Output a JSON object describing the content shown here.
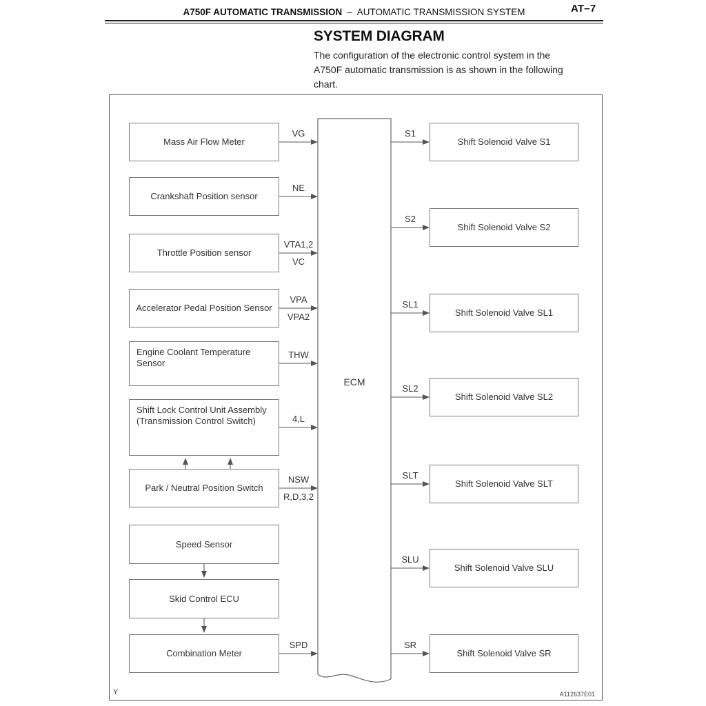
{
  "header": {
    "title_bold": "A750F AUTOMATIC TRANSMISSION",
    "separator": "–",
    "title_regular": "AUTOMATIC TRANSMISSION SYSTEM",
    "page_number": "AT–7"
  },
  "section": {
    "title": "SYSTEM DIAGRAM",
    "description_line1": "The configuration of the electronic control system in the",
    "description_line2": "A750F automatic transmission is as shown in the following",
    "description_line3": "chart."
  },
  "diagram": {
    "ecm_label": "ECM",
    "inputs": [
      {
        "label": "Mass Air Flow Meter",
        "signal_top": "VG",
        "signal_bottom": ""
      },
      {
        "label": "Crankshaft Position sensor",
        "signal_top": "NE",
        "signal_bottom": ""
      },
      {
        "label": "Throttle Position sensor",
        "signal_top": "VTA1,2",
        "signal_bottom": "VC"
      },
      {
        "label": "Accelerator Pedal Position Sensor",
        "signal_top": "VPA",
        "signal_bottom": "VPA2"
      },
      {
        "label": "Engine Coolant Temperature\nSensor",
        "signal_top": "THW",
        "signal_bottom": ""
      },
      {
        "label": "Shift Lock Control Unit Assembly\n(Transmission Control Switch)",
        "signal_top": "4,L",
        "signal_bottom": ""
      },
      {
        "label": "Park / Neutral Position Switch",
        "signal_top": "NSW",
        "signal_bottom": "R,D,3,2"
      },
      {
        "label": "Speed Sensor",
        "signal_top": "",
        "signal_bottom": ""
      },
      {
        "label": "Skid Control ECU",
        "signal_top": "",
        "signal_bottom": ""
      },
      {
        "label": "Combination Meter",
        "signal_top": "SPD",
        "signal_bottom": ""
      }
    ],
    "outputs": [
      {
        "signal": "S1",
        "label": "Shift Solenoid Valve S1"
      },
      {
        "signal": "S2",
        "label": "Shift Solenoid Valve S2"
      },
      {
        "signal": "SL1",
        "label": "Shift Solenoid Valve SL1"
      },
      {
        "signal": "SL2",
        "label": "Shift Solenoid Valve SL2"
      },
      {
        "signal": "SLT",
        "label": "Shift Solenoid Valve SLT"
      },
      {
        "signal": "SLU",
        "label": "Shift Solenoid Valve SLU"
      },
      {
        "signal": "SR",
        "label": "Shift Solenoid Valve SR"
      }
    ],
    "footer_mark": "Y",
    "figure_code": "A112637E01"
  },
  "colors": {
    "line": "#666666",
    "box_border": "#777777",
    "text": "#333333",
    "header_text": "#111111"
  }
}
